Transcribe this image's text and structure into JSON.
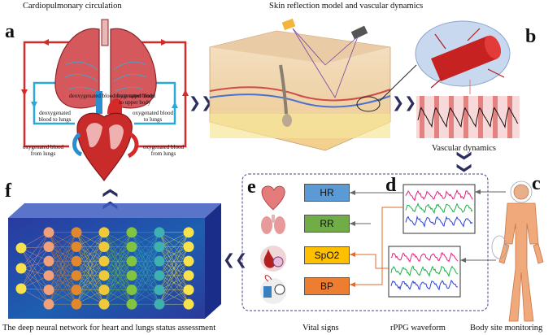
{
  "titles": {
    "cardio": "Cardiopulmonary circulation",
    "skin": "Skin reflection model and vascular dynamics",
    "vascular": "Vascular dynamics",
    "dnn": "The deep neural network for heart and lungs status assessment",
    "vital": "Vital signs",
    "rppg": "rPPG waveform",
    "body": "Body site monitoring"
  },
  "panels": {
    "a": "a",
    "b": "b",
    "c": "c",
    "d": "d",
    "e": "e",
    "f": "f"
  },
  "heart_labels": {
    "deox_upper": "deoxygenated blood from upper body",
    "ox_upper": "oxygenated blood to upper body",
    "deox_lungs": "deoxygenated blood to lungs",
    "ox_lungs_r": "oxygenated blood to lungs",
    "ox_from_lungs_l": "oxygenated blood from lungs",
    "ox_from_lungs_r": "oxygenated blood from lungs"
  },
  "vitals": {
    "hr": "HR",
    "rr": "RR",
    "spo2": "SpO2",
    "bp": "BP"
  },
  "colors": {
    "vital_box": "#5b9bd5",
    "rr_box": "#70ad47",
    "spo2_box": "#ffc000",
    "bp_box": "#ed7d31",
    "dashed_frame": "#4a3c8c",
    "artery": "#d42a2a",
    "vein": "#2aa9d8",
    "chevron": "#2b2d5e"
  }
}
